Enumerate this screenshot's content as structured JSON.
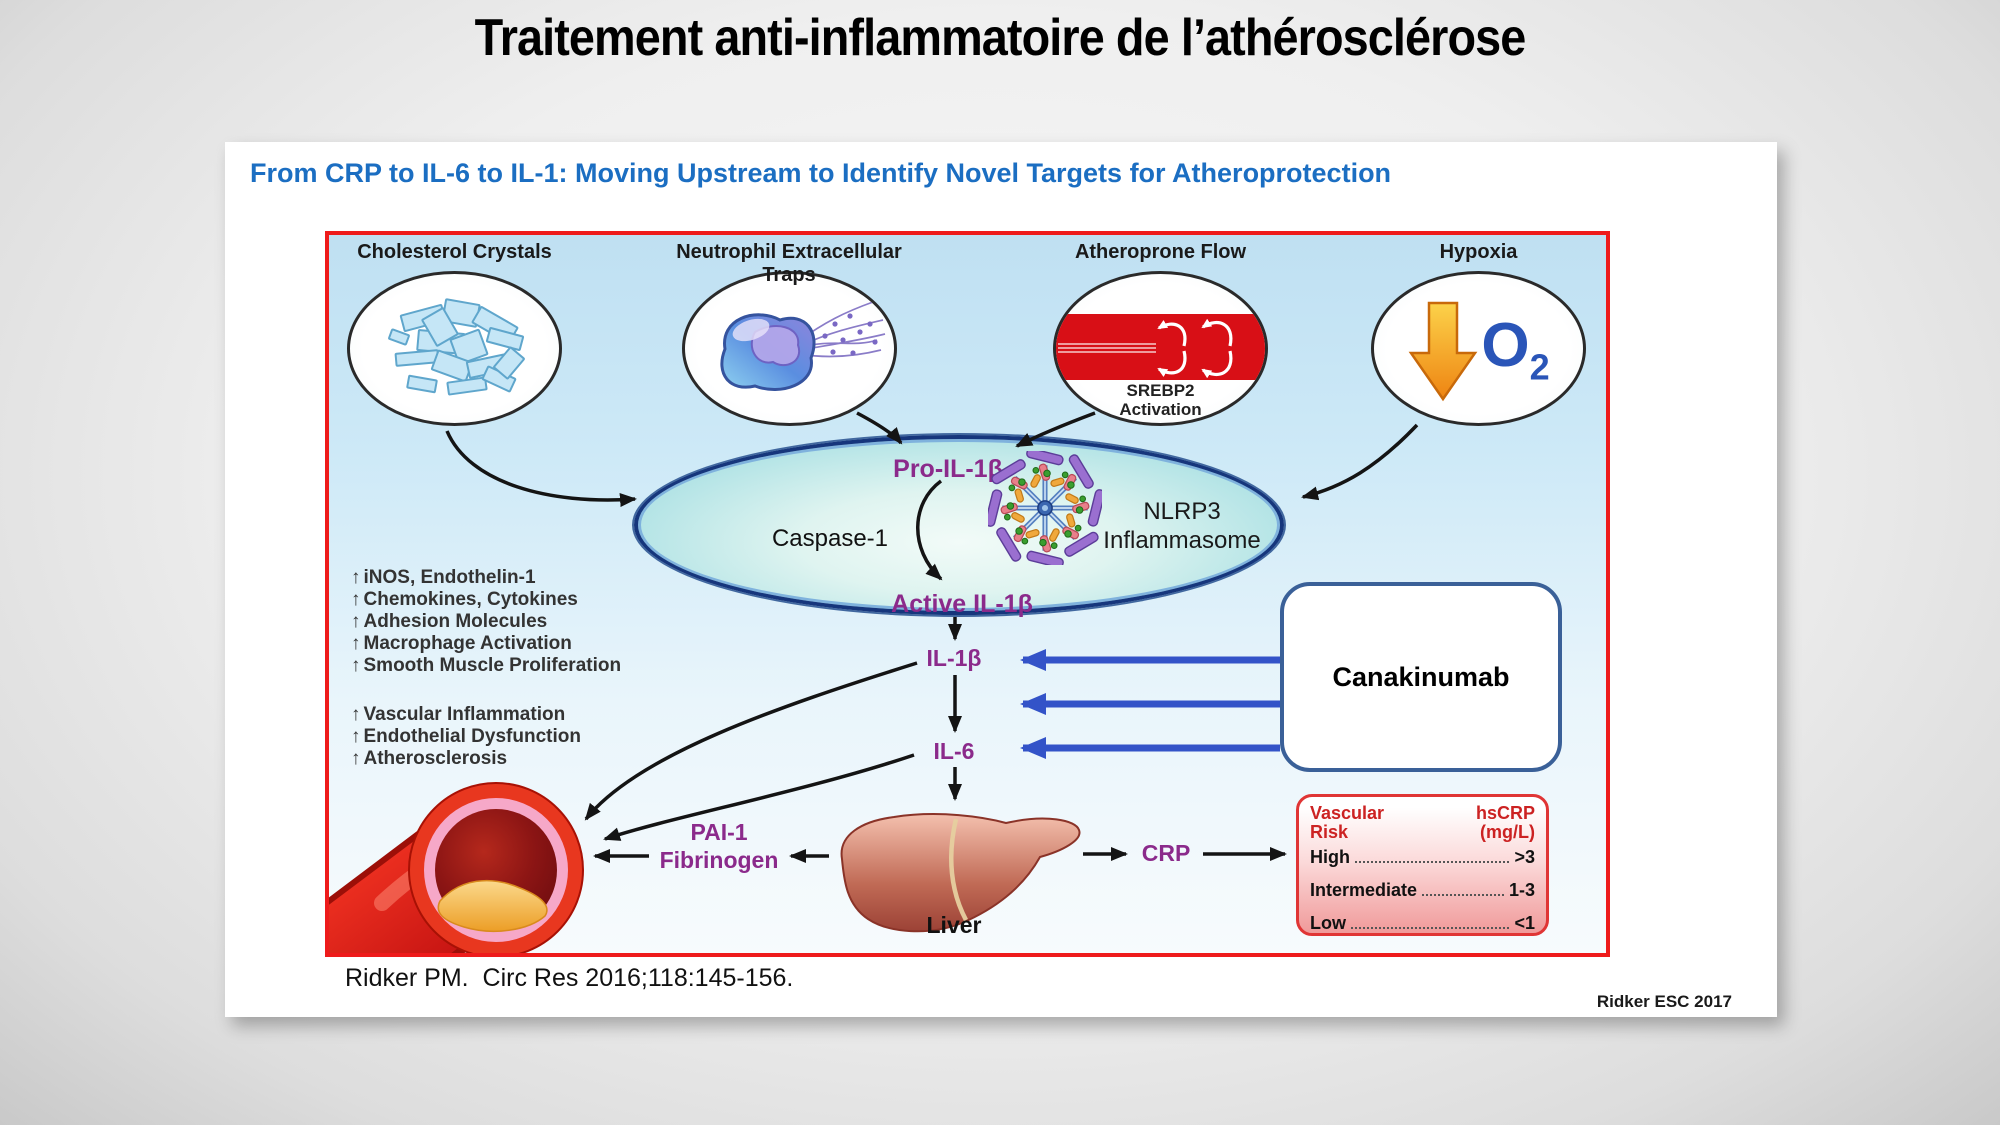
{
  "title": "Traitement anti-inflammatoire de l’athérosclérose",
  "slide": {
    "heading": "From CRP to IL-6 to IL-1: Moving Upstream to Identify Novel Targets for Atheroprotection",
    "citation": "Ridker PM.  Circ Res 2016;118:145-156.",
    "credit": "Ridker ESC 2017"
  },
  "diagram": {
    "up_glyph": "↑",
    "triggers": {
      "cholesterol": "Cholesterol Crystals",
      "nets": "Neutrophil Extracellular Traps",
      "flow": "Atheroprone Flow",
      "flow_sub1": "SREBP2",
      "flow_sub2": "Activation",
      "hypoxia": "Hypoxia",
      "o2_letter": "O",
      "o2_sub": "2"
    },
    "ellipse": {
      "pro_il1b": "Pro-IL-1β",
      "caspase": "Caspase-1",
      "active_il1b": "Active IL-1β",
      "nlrp3": "NLRP3",
      "inflammasome": "Inflammasome"
    },
    "effects_upper": [
      "iNOS, Endothelin-1",
      "Chemokines, Cytokines",
      "Adhesion Molecules",
      "Macrophage Activation",
      "Smooth Muscle Proliferation"
    ],
    "effects_lower": [
      "Vascular Inflammation",
      "Endothelial Dysfunction",
      "Atherosclerosis"
    ],
    "mediators": {
      "il1b": "IL-1β",
      "il6": "IL-6",
      "crp": "CRP",
      "pai1": "PAI-1",
      "fibrinogen": "Fibrinogen",
      "liver": "Liver"
    },
    "drug": "Canakinumab",
    "risk_table": {
      "header_left1": "Vascular",
      "header_left2": "Risk",
      "header_right1": "hsCRP",
      "header_right2": "(mg/L)",
      "rows": [
        {
          "label": "High",
          "value": ">3"
        },
        {
          "label": "Intermediate",
          "value": "1-3"
        },
        {
          "label": "Low",
          "value": "<1"
        }
      ]
    },
    "colors": {
      "heading_blue": "#1b6ec2",
      "border_red": "#ee1b1b",
      "mediator_purple": "#8b2a8b",
      "drug_arrow_blue": "#3353c8",
      "risk_red": "#cc2222"
    }
  }
}
